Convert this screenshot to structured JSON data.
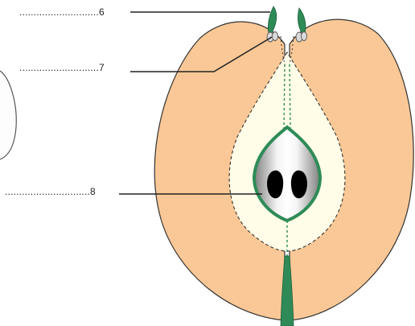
{
  "labels": [
    {
      "number": "6",
      "dots": "............................",
      "target": "sepal-tips"
    },
    {
      "number": "7",
      "dots": "............................",
      "target": "stamen-remnants"
    },
    {
      "number": "8",
      "dots": "..............................",
      "target": "seed-chamber"
    }
  ],
  "colors": {
    "flesh": "#F9C896",
    "core": "#FFFDE7",
    "green": "#2E8B57",
    "outline": "#333333",
    "seed": "#000000",
    "chamber_grey": "#9a9a9a"
  }
}
